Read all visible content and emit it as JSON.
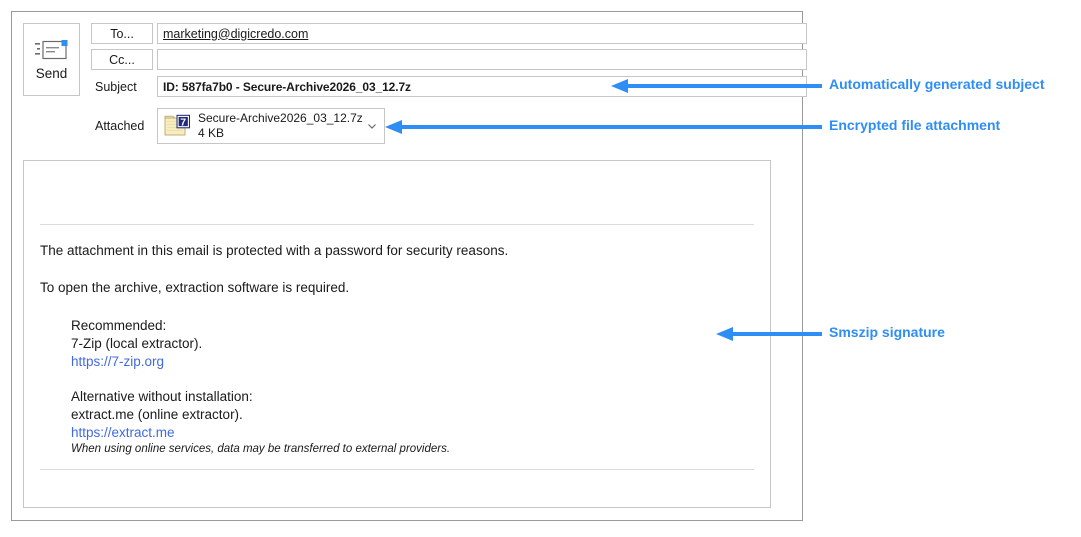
{
  "window": {
    "name": "email-compose-window"
  },
  "toolbar": {
    "send_label": "Send",
    "send_icon": "send-envelope-icon"
  },
  "fields": {
    "to": {
      "label": "To...",
      "value": "marketing@digicredo.com",
      "placeholder": ""
    },
    "cc": {
      "label": "Cc...",
      "value": "",
      "placeholder": ""
    },
    "subject": {
      "label": "Subject",
      "value": "ID: 587fa7b0 - Secure-Archive2026_03_12.7z",
      "placeholder": ""
    },
    "attached": {
      "label": "Attached",
      "file_name": "Secure-Archive2026_03_12.7z",
      "file_size": "4 KB",
      "file_icon": "7zip-archive-icon",
      "caret_icon": "chevron-down-icon"
    }
  },
  "body": {
    "intro": "The attachment in this email is protected with a password for security reasons.",
    "open_instruction": "To open the archive, extraction software is required.",
    "recommended": {
      "heading": "Recommended:",
      "tool": "7-Zip (local extractor).",
      "link": "https://7-zip.org"
    },
    "alternative": {
      "heading": "Alternative without installation:",
      "tool": "extract.me (online extractor).",
      "link": "https://extract.me",
      "note": "When using online services, data may be transferred to external providers."
    }
  },
  "annotations": {
    "color": "#2f8ef4",
    "items": [
      {
        "label": "Automatically generated subject"
      },
      {
        "label": "Encrypted file attachment"
      },
      {
        "label": "Smszip signature"
      }
    ]
  },
  "colors": {
    "annotation_blue": "#2f8ef4",
    "link_blue": "#4169e1",
    "frame_gray": "#9a9a9a",
    "field_border": "#c6c6c6",
    "archive_badge": "#1f2a7a",
    "folder_yellow": "#f7edbe"
  }
}
